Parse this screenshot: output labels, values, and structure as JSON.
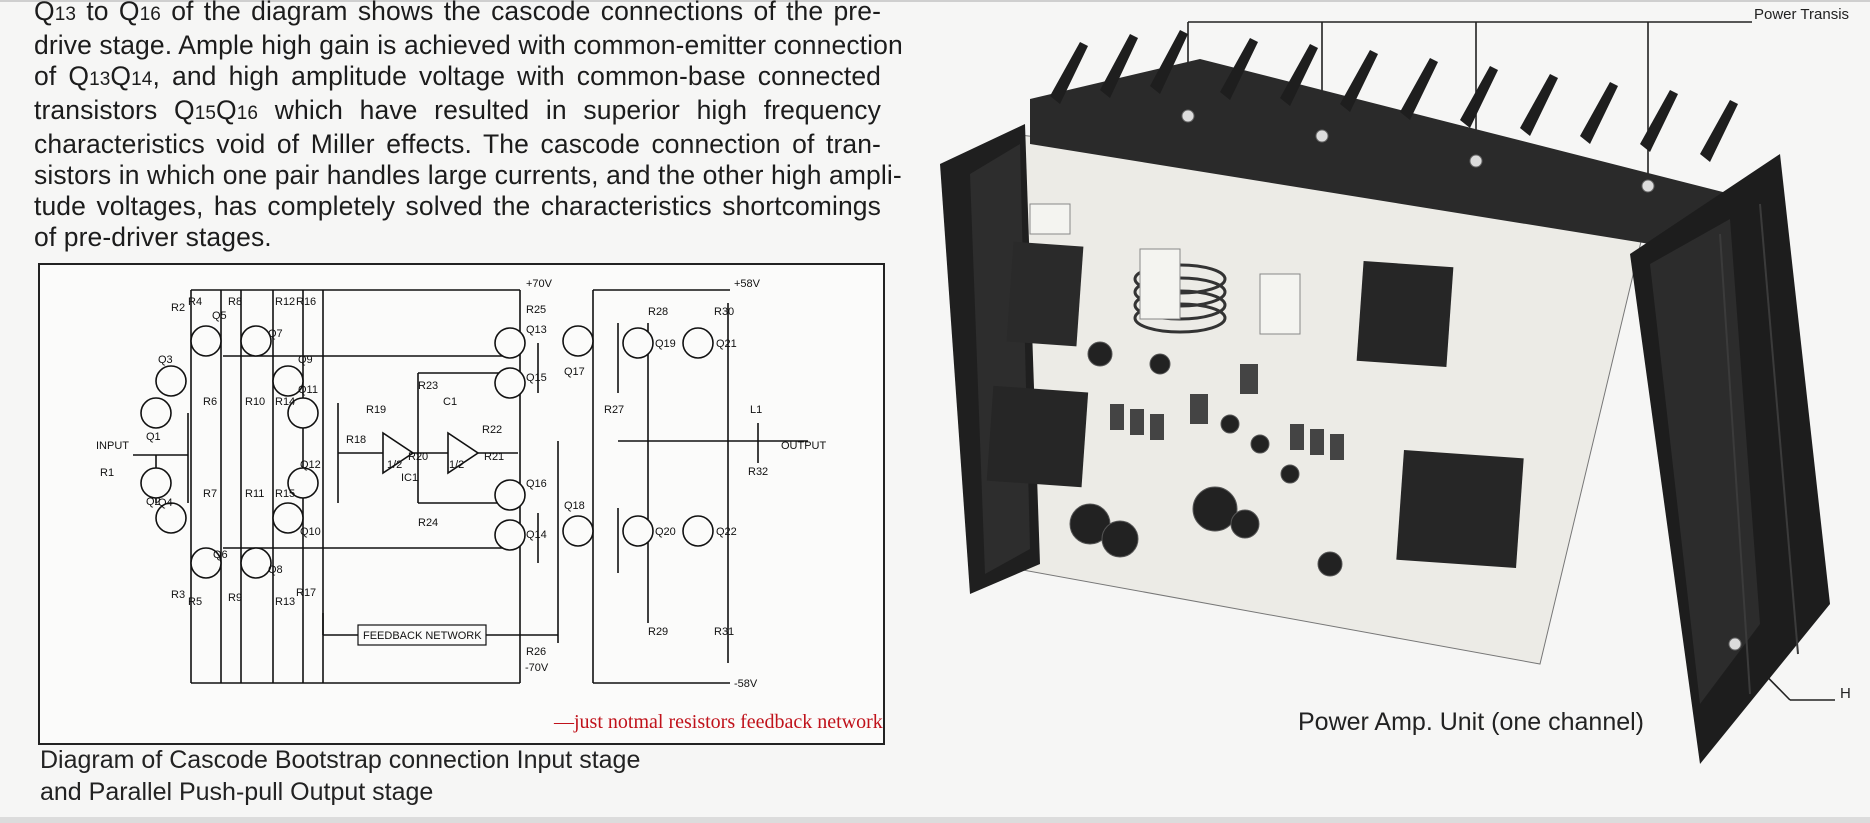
{
  "body_text": {
    "lines": [
      [
        "Q",
        "13",
        " to Q",
        "16",
        " of the diagram shows the cascode connections of the pre-"
      ],
      [
        "drive stage. Ample high gain is achieved with common-emitter connection"
      ],
      [
        "of Q",
        "13",
        "Q",
        "14",
        ", and high amplitude voltage with common-base connected"
      ],
      [
        "transistors Q",
        "15",
        "Q",
        "16",
        " which have resulted in superior high frequency"
      ],
      [
        "characteristics void of Miller effects. The cascode connection of tran-"
      ],
      [
        "sistors in which one pair handles large currents, and the other high ampli-"
      ],
      [
        "tude voltages, has completely solved the characteristics shortcomings"
      ],
      [
        "of pre-driver stages."
      ]
    ]
  },
  "schematic": {
    "rail_pos_70": "+70V",
    "rail_neg_70": "-70V",
    "rail_pos_58": "+58V",
    "rail_neg_58": "-58V",
    "input_label": "INPUT",
    "output_label": "OUTPUT",
    "feedback_box": "FEEDBACK NETWORK",
    "half": "1/2",
    "ic_label": "IC1",
    "labels": {
      "R1": "R1",
      "R2": "R2",
      "R3": "R3",
      "R4": "R4",
      "R5": "R5",
      "R6": "R6",
      "R7": "R7",
      "R8": "R8",
      "R9": "R9",
      "R10": "R10",
      "R11": "R11",
      "R12": "R12",
      "R13": "R13",
      "R14": "R14",
      "R15": "R15",
      "R16": "R16",
      "R17": "R17",
      "R18": "R18",
      "R19": "R19",
      "R20": "R20",
      "R21": "R21",
      "R22": "R22",
      "R23": "R23",
      "R24": "R24",
      "R25": "R25",
      "R26": "R26",
      "R27": "R27",
      "R28": "R28",
      "R29": "R29",
      "R30": "R30",
      "R31": "R31",
      "R32": "R32",
      "C1": "C1",
      "L1": "L1",
      "Q1": "Q1",
      "Q2": "Q2",
      "Q3": "Q3",
      "Q4": "Q4",
      "Q5": "Q5",
      "Q6": "Q6",
      "Q7": "Q7",
      "Q8": "Q8",
      "Q9": "Q9",
      "Q10": "Q10",
      "Q11": "Q11",
      "Q12": "Q12",
      "Q13": "Q13",
      "Q14": "Q14",
      "Q15": "Q15",
      "Q16": "Q16",
      "Q17": "Q17",
      "Q18": "Q18",
      "Q19": "Q19",
      "Q20": "Q20",
      "Q21": "Q21",
      "Q22": "Q22"
    }
  },
  "annotation_note": "—just notmal resistors feedback network",
  "caption_left": {
    "line1": "Diagram of Cascode Bootstrap connection Input stage",
    "line2": "and Parallel Push-pull Output stage"
  },
  "photo": {
    "caption": "Power Amp. Unit (one channel)",
    "callout_top": "Power Transis",
    "callout_h": "H"
  },
  "colors": {
    "annotation_red": "#c0121b",
    "heatsink": "#1e1e1e",
    "pcb": "#ecebe6"
  }
}
